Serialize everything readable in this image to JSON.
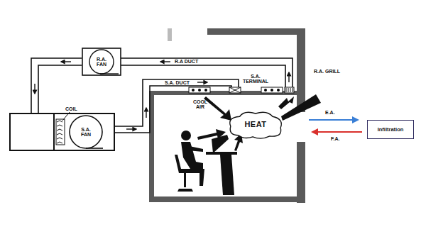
{
  "diagram": {
    "nodes": [
      {
        "text": [
          "R.A. FAN"
        ]
      },
      {
        "text": [
          "S.A. FAN"
        ]
      },
      {
        "text": [
          "HEAT"
        ]
      },
      {
        "text": [
          "Infiltration"
        ]
      }
    ],
    "labels": [
      "R.A DUCT",
      "S.A. DUCT",
      "S.A. TERMINAL",
      "R.A. GRILL",
      "COOL AIR",
      "COIL",
      "E.A.",
      "F.A."
    ]
  }
}
